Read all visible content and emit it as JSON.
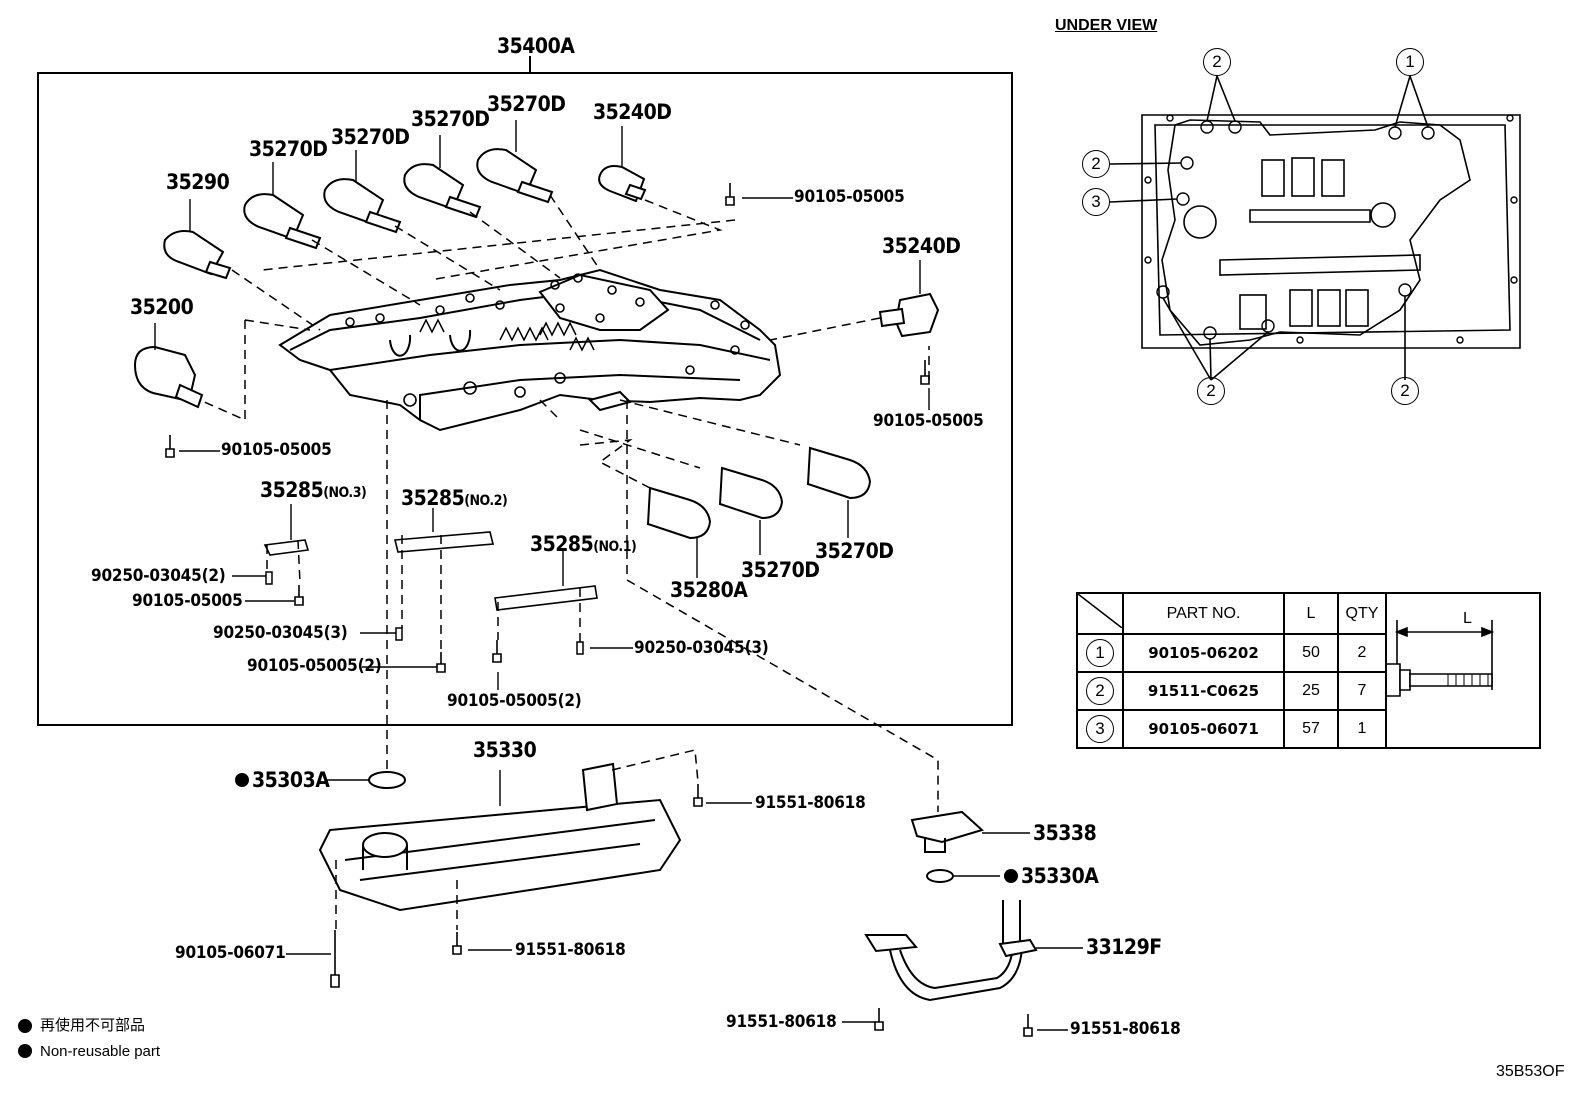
{
  "diagram": {
    "assembly_label": "35400A",
    "under_view_title": "UNDER VIEW",
    "footer_code": "35B53OF",
    "legend": {
      "non_reusable_jp": "再使用不可部品",
      "non_reusable_en": "Non-reusable part"
    },
    "labels": {
      "p35290": "35290",
      "p35270D_a": "35270D",
      "p35270D_b": "35270D",
      "p35270D_c": "35270D",
      "p35270D_d": "35270D",
      "p35240D_a": "35240D",
      "p35240D_b": "35240D",
      "p35200": "35200",
      "b90105_a": "90105-05005",
      "b90105_b": "90105-05005",
      "b90105_c": "90105-05005",
      "p35285_3": "35285",
      "p35285_3_note": "(NO.3)",
      "p35285_2": "35285",
      "p35285_2_note": "(NO.2)",
      "p35285_1": "35285",
      "p35285_1_note": "(NO.1)",
      "pin_a": "90250-03045(2)",
      "bolt_d": "90105-05005",
      "pin_b": "90250-03045(3)",
      "pin_c": "90250-03045(3)",
      "bolt_e": "90105-05005(2)",
      "bolt_f": "90105-05005(2)",
      "p35280A": "35280A",
      "p35270D_e": "35270D",
      "p35270D_f": "35270D",
      "p35330": "35330",
      "p35303A": "35303A",
      "b91551_a": "91551-80618",
      "b91551_b": "91551-80618",
      "b91551_c": "91551-80618",
      "b91551_d": "91551-80618",
      "b90105_06071": "90105-06071",
      "p35338": "35338",
      "p35330A": "35330A",
      "p33129F": "33129F"
    },
    "callouts": {
      "c1": "1",
      "c2": "2",
      "c3": "3"
    },
    "bolt_table": {
      "headers": [
        "PART NO.",
        "L",
        "QTY"
      ],
      "dimension_label": "L",
      "rows": [
        {
          "ref": "1",
          "part_no": "90105-06202",
          "L": "50",
          "qty": "2"
        },
        {
          "ref": "2",
          "part_no": "91511-C0625",
          "L": "25",
          "qty": "7"
        },
        {
          "ref": "3",
          "part_no": "90105-06071",
          "L": "57",
          "qty": "1"
        }
      ]
    }
  }
}
